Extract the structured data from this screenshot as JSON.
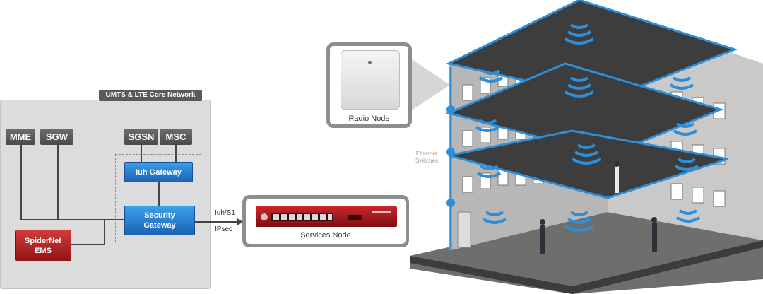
{
  "core_network": {
    "title": "UMTS & LTE Core Network",
    "nodes": {
      "mme": "MME",
      "sgw": "SGW",
      "sgsn": "SGSN",
      "msc": "MSC",
      "iuh_gateway": "Iuh Gateway",
      "security_gateway": "Security\nGateway",
      "ems": "SpiderNet\nEMS"
    }
  },
  "links": {
    "iuh_s1": "Iuh/S1",
    "ipsec": "IPsec"
  },
  "callouts": {
    "radio_node": "Radio Node",
    "services_node": "Services Node",
    "ethernet_switches": "Ethernet\nSwitches"
  },
  "colors": {
    "gateway_blue": "#1f6fc4",
    "ems_red": "#b01f1f",
    "node_gray": "#5a5a5a",
    "network_blue": "#2e8fd8"
  }
}
